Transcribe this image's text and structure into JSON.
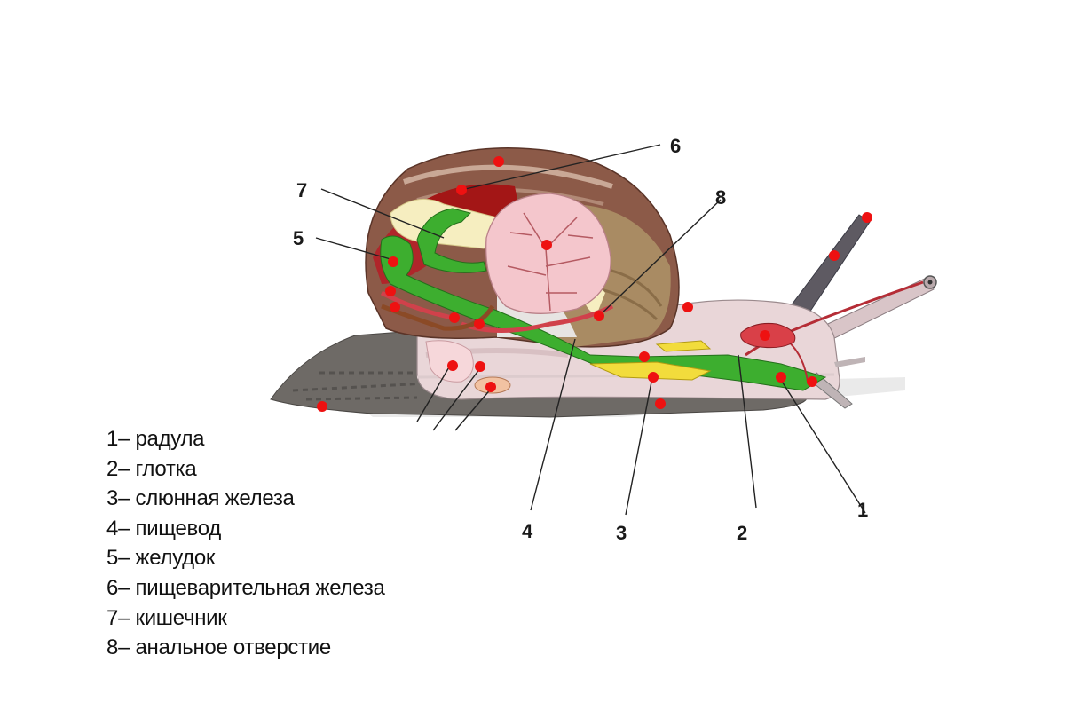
{
  "diagram": {
    "callouts": [
      "1",
      "2",
      "3",
      "4",
      "5",
      "6",
      "7",
      "8"
    ],
    "legend": [
      {
        "num": "1",
        "sep": "–",
        "text": "радула"
      },
      {
        "num": "2",
        "sep": "–",
        "text": "глотка"
      },
      {
        "num": "3",
        "sep": "–",
        "text": "слюнная железа"
      },
      {
        "num": "4",
        "sep": "–",
        "text": "пищевод"
      },
      {
        "num": "5",
        "sep": "–",
        "text": "желудок"
      },
      {
        "num": "6",
        "sep": "–",
        "text": "пищеварительная железа"
      },
      {
        "num": "7",
        "sep": "–",
        "text": "кишечник"
      },
      {
        "num": "8",
        "sep": "–",
        "text": "анальное отверстие"
      }
    ],
    "colors": {
      "foot": "#6e6a66",
      "body": "#e9d6d8",
      "shell_outer": "#8c5a48",
      "shell_inner": "#a98b63",
      "digestive_gland": "#f4c6cc",
      "gut": "#3dae2f",
      "salivary_gland": "#f2dc3c",
      "intestine": "#f6eec0",
      "marker": "#ee1111"
    }
  }
}
